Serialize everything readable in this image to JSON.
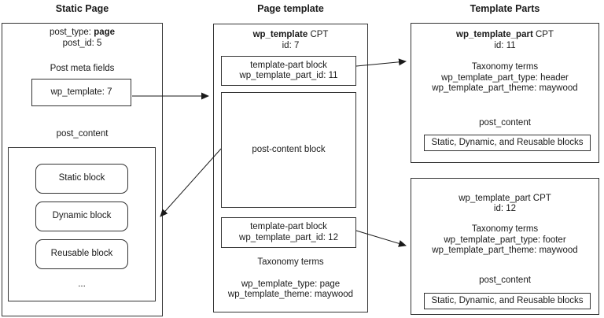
{
  "diagram": {
    "colors": {
      "stroke": "#333333",
      "background": "#ffffff",
      "text": "#1a1a1a"
    },
    "static_page": {
      "title": "Static Page",
      "post_type_label": "post_type:",
      "post_type_value": "page",
      "post_id": "post_id: 5",
      "meta_fields_heading": "Post meta fields",
      "wp_template_field": "wp_template: 7",
      "post_content_heading": "post_content",
      "blocks": [
        {
          "label": "Static block"
        },
        {
          "label": "Dynamic block"
        },
        {
          "label": "Reusable block"
        }
      ],
      "more_indicator": "..."
    },
    "page_template": {
      "title": "Page template",
      "cpt_name": "wp_template",
      "cpt_type": "CPT",
      "id": "id: 7",
      "header_part_block": {
        "line1": "template-part block",
        "line2": "wp_template_part_id: 11"
      },
      "post_content_block": "post-content block",
      "footer_part_block": {
        "line1": "template-part block",
        "line2": "wp_template_part_id: 12"
      },
      "taxonomy_heading": "Taxonomy terms",
      "taxonomy_type": "wp_template_type: page",
      "taxonomy_theme": "wp_template_theme: maywood"
    },
    "template_parts": {
      "title": "Template Parts",
      "header_card": {
        "cpt_name": "wp_template_part",
        "cpt_type": "CPT",
        "id": "id: 11",
        "taxonomy_heading": "Taxonomy terms",
        "taxonomy_type": "wp_template_part_type: header",
        "taxonomy_theme": "wp_template_part_theme: maywood",
        "post_content_heading": "post_content",
        "blocks_summary": "Static, Dynamic, and Reusable blocks"
      },
      "footer_card": {
        "cpt_line": "wp_template_part CPT",
        "id": "id: 12",
        "taxonomy_heading": "Taxonomy terms",
        "taxonomy_type": "wp_template_part_type: footer",
        "taxonomy_theme": "wp_template_part_theme: maywood",
        "post_content_heading": "post_content",
        "blocks_summary": "Static, Dynamic, and Reusable blocks"
      }
    }
  }
}
